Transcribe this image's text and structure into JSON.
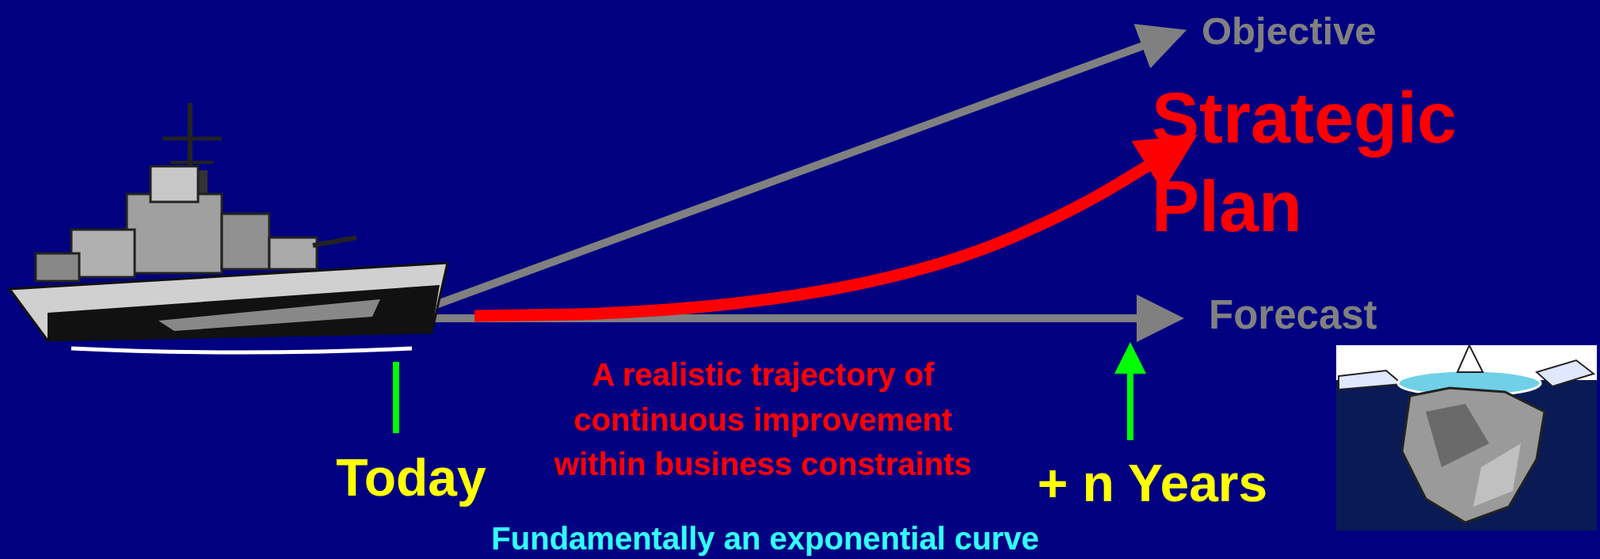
{
  "diagram": {
    "labels": [
      "Objective",
      "Strategic Plan",
      "Forecast",
      "A realistic trajectory of continuous improvement within business constraints",
      "Today",
      "+ n Years",
      "Fundamentally an exponential curve"
    ]
  }
}
